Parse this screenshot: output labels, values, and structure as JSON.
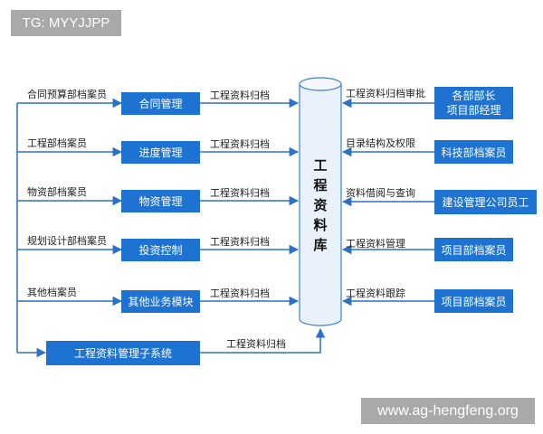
{
  "watermark_top": "TG: MYYJJPP",
  "watermark_bottom": "www.ag-hengfeng.org",
  "database": {
    "label": "工程资料库"
  },
  "left_rows": [
    {
      "source": "合同预算部档案员",
      "module": "合同管理",
      "flow": "工程资料归档"
    },
    {
      "source": "工程部档案员",
      "module": "进度管理",
      "flow": "工程资料归档"
    },
    {
      "source": "物资部档案员",
      "module": "物资管理",
      "flow": "工程资料归档"
    },
    {
      "source": "规划设计部档案员",
      "module": "投资控制",
      "flow": "工程资料归档"
    },
    {
      "source": "其他档案员",
      "module": "其他业务模块",
      "flow": "工程资料归档"
    }
  ],
  "subsystem": {
    "label": "工程资料管理子系统",
    "flow": "工程资料归档"
  },
  "right_rows": [
    {
      "role_lines": [
        "各部部长",
        "项目部经理"
      ],
      "flow": "工程资料归档审批"
    },
    {
      "role_lines": [
        "科技部档案员"
      ],
      "flow": "目录结构及权限"
    },
    {
      "role_lines": [
        "建设管理公司员工"
      ],
      "flow": "资料借阅与查询"
    },
    {
      "role_lines": [
        "项目部档案员"
      ],
      "flow": "工程资料管理"
    },
    {
      "role_lines": [
        "项目部档案员"
      ],
      "flow": "工程资料跟踪"
    }
  ],
  "colors": {
    "box": "#1e73d2",
    "line": "#2a72c8",
    "cylinder_fill": "#e9f1fb",
    "cylinder_stroke": "#3d7fce",
    "watermark": "#a9a9a9"
  }
}
